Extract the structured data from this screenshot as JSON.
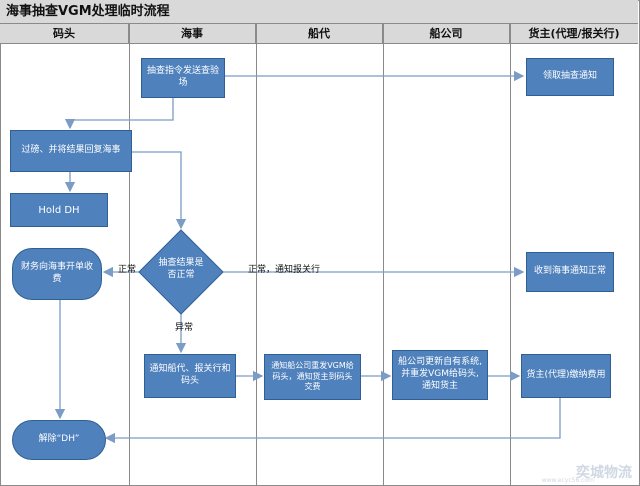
{
  "title": "海事抽查VGM处理临时流程",
  "lanes": [
    "码头",
    "海事",
    "船代",
    "船公司",
    "货主(代理/报关行)"
  ],
  "nodes": {
    "inspect_cmd": "抽查指令发送查验场",
    "receive_notice": "领取抽查通知",
    "weigh": "过磅、并将结果回复海事",
    "hold": "Hold DH",
    "decision": "抽查结果是否正常",
    "finance": "财务向海事开单收费",
    "shipper_notice": "收到海事通知正常",
    "notify_agent": "通知船代、报关行和码头",
    "agent_notify": "通知船公司重发VGM给码头，通知货主到码头交费",
    "carrier_resend": "船公司更新自有系统,并重发VGM给码头,通知货主",
    "shipper_pay": "货主(代理)缴纳费用",
    "release": "解除“DH”"
  },
  "edge_labels": {
    "normal_left": "正常",
    "normal_right": "正常，通知报关行",
    "abnormal": "异常"
  },
  "watermark": {
    "brand": "奕城物流",
    "url": "www.ecyc56.com"
  },
  "colors": {
    "box": "#4f81bd",
    "border": "#2f5f93",
    "arrow": "#7a9cc6",
    "header": "#d9d9d9"
  }
}
